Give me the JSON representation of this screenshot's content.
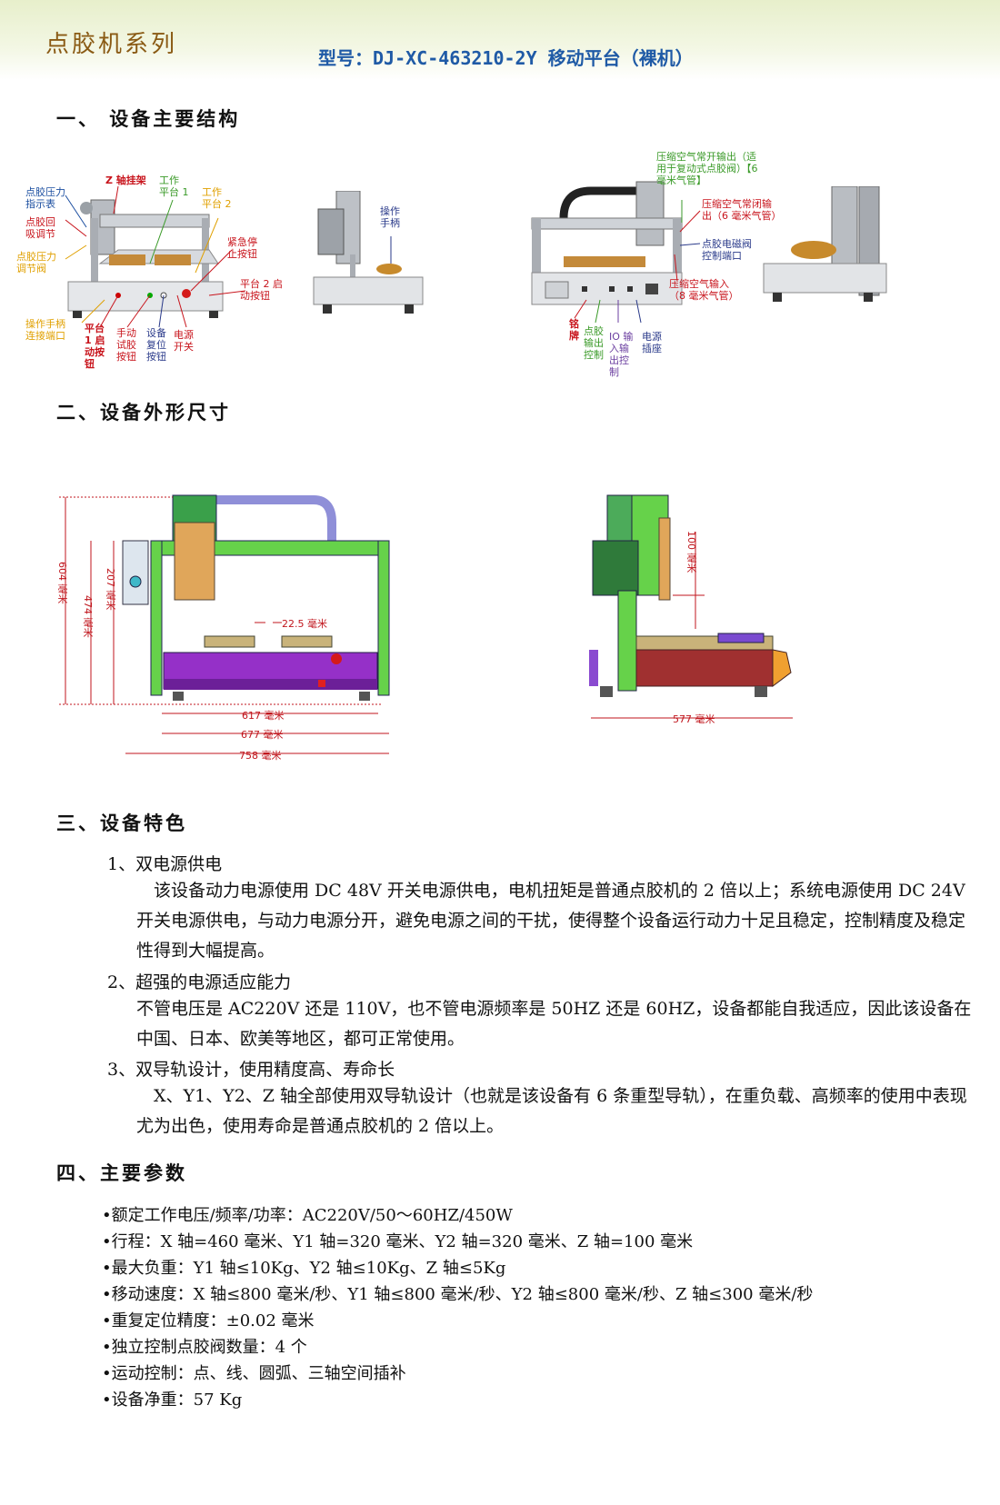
{
  "header": {
    "series": "点胶机系列",
    "model": "型号：DJ-XC-463210-2Y 移动平台（裸机）"
  },
  "sections": {
    "s1": "一、 设备主要结构",
    "s2": "二、设备外形尺寸",
    "s3": "三、设备特色",
    "s4": "四、主要参数"
  },
  "annotations": {
    "a1": [
      "点胶压力",
      "指示表"
    ],
    "a2": [
      "点胶回",
      "吸调节"
    ],
    "a3": [
      "点胶压力",
      "调节阀"
    ],
    "a4": "Z 轴挂架",
    "a5": [
      "工作",
      "平台 1"
    ],
    "a6": [
      "工作",
      "平台 2"
    ],
    "a7": [
      "紧急停",
      "止按钮"
    ],
    "a8": [
      "平台 2 启",
      "动按钮"
    ],
    "a9": [
      "操作手柄",
      "连接端口"
    ],
    "a10": [
      "平台",
      "1 启",
      "动按",
      "钮"
    ],
    "a11": [
      "手动",
      "试胶",
      "按钮"
    ],
    "a12": [
      "设备",
      "复位",
      "按钮"
    ],
    "a13": [
      "电源",
      "开关"
    ],
    "a14": [
      "操作",
      "手柄"
    ],
    "a15": [
      "压缩空气常开输出（适",
      "用于复动式点胶阀）【6",
      "毫米气管】"
    ],
    "a16": [
      "压缩空气常闭输",
      "出（6 毫米气管）"
    ],
    "a17": [
      "点胶电磁阀",
      "控制端口"
    ],
    "a18": [
      "压缩空气输入",
      "（8 毫米气管）"
    ],
    "a19": [
      "铭",
      "牌"
    ],
    "a20": [
      "点胶",
      "输出",
      "控制"
    ],
    "a21": [
      "IO 输",
      "入输",
      "出控",
      "制"
    ],
    "a22": [
      "电源",
      "插座"
    ]
  },
  "dimensions": {
    "d604": "604 毫米",
    "d474": "474 毫米",
    "d207": "207 毫米",
    "d225": "22.5 毫米",
    "d617": "617 毫米",
    "d677": "677 毫米",
    "d758": "758 毫米",
    "d100": "100 毫米",
    "d577": "577 毫米"
  },
  "features": [
    {
      "title": "1、双电源供电",
      "body": "　该设备动力电源使用 DC 48V 开关电源供电，电机扭矩是普通点胶机的 2 倍以上；系统电源使用 DC 24V 开关电源供电，与动力电源分开，避免电源之间的干扰，使得整个设备运行动力十足且稳定，控制精度及稳定性得到大幅提高。"
    },
    {
      "title": "2、超强的电源适应能力",
      "body": "不管电压是 AC220V 还是 110V，也不管电源频率是 50HZ 还是 60HZ，设备都能自我适应，因此该设备在中国、日本、欧美等地区，都可正常使用。"
    },
    {
      "title": "3、双导轨设计，使用精度高、寿命长",
      "body": "　X、Y1、Y2、Z 轴全部使用双导轨设计（也就是该设备有 6 条重型导轨），在重负载、高频率的使用中表现尤为出色，使用寿命是普通点胶机的 2 倍以上。"
    }
  ],
  "params": [
    "•额定工作电压/频率/功率：AC220V/50～60HZ/450W",
    "•行程：X 轴=460 毫米、Y1 轴=320 毫米、Y2 轴=320 毫米、Z 轴=100 毫米",
    "•最大负重：Y1 轴≤10Kg、Y2 轴≤10Kg、Z 轴≤5Kg",
    "•移动速度：X 轴≤800 毫米/秒、Y1 轴≤800 毫米/秒、Y2 轴≤800 毫米/秒、Z 轴≤300 毫米/秒",
    "•重复定位精度：±0.02 毫米",
    "•独立控制点胶阀数量：4 个",
    "•运动控制：点、线、圆弧、三轴空间插补",
    "•设备净重：57 Kg"
  ]
}
